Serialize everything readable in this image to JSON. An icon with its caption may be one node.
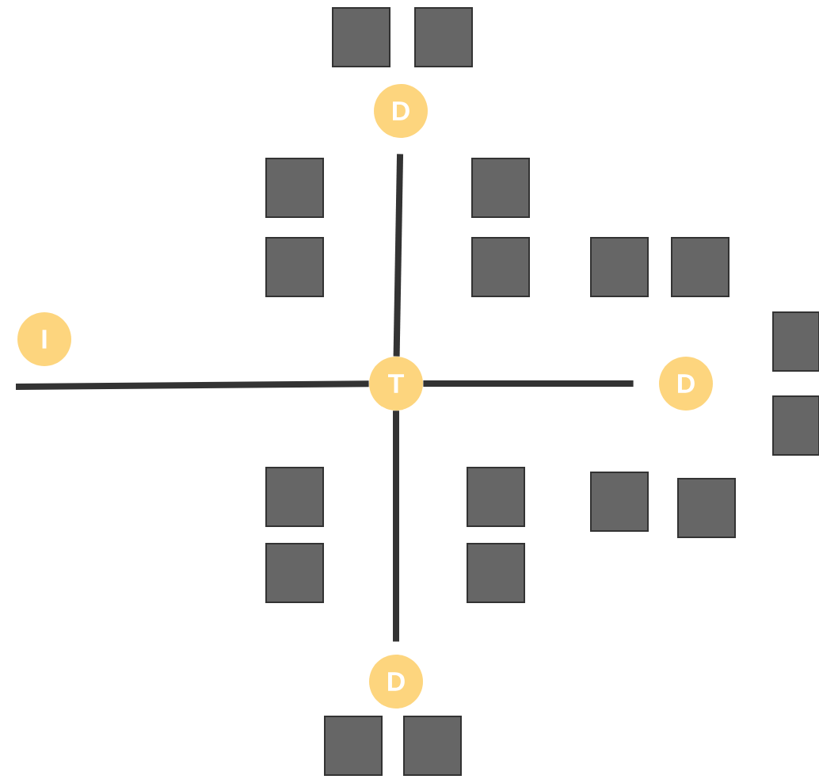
{
  "diagram": {
    "nodes": [
      {
        "text": [
          "D"
        ]
      },
      {
        "text": [
          "I"
        ]
      },
      {
        "text": [
          "T"
        ]
      },
      {
        "text": [
          "D"
        ]
      },
      {
        "text": [
          "D"
        ]
      }
    ],
    "edges": [
      {
        "from": 0,
        "to": 2,
        "arrow": "none"
      },
      {
        "from": null,
        "to": 2,
        "arrow": "none"
      },
      {
        "from": 2,
        "to": 3,
        "arrow": "none"
      },
      {
        "from": 2,
        "to": 4,
        "arrow": "none"
      }
    ]
  }
}
